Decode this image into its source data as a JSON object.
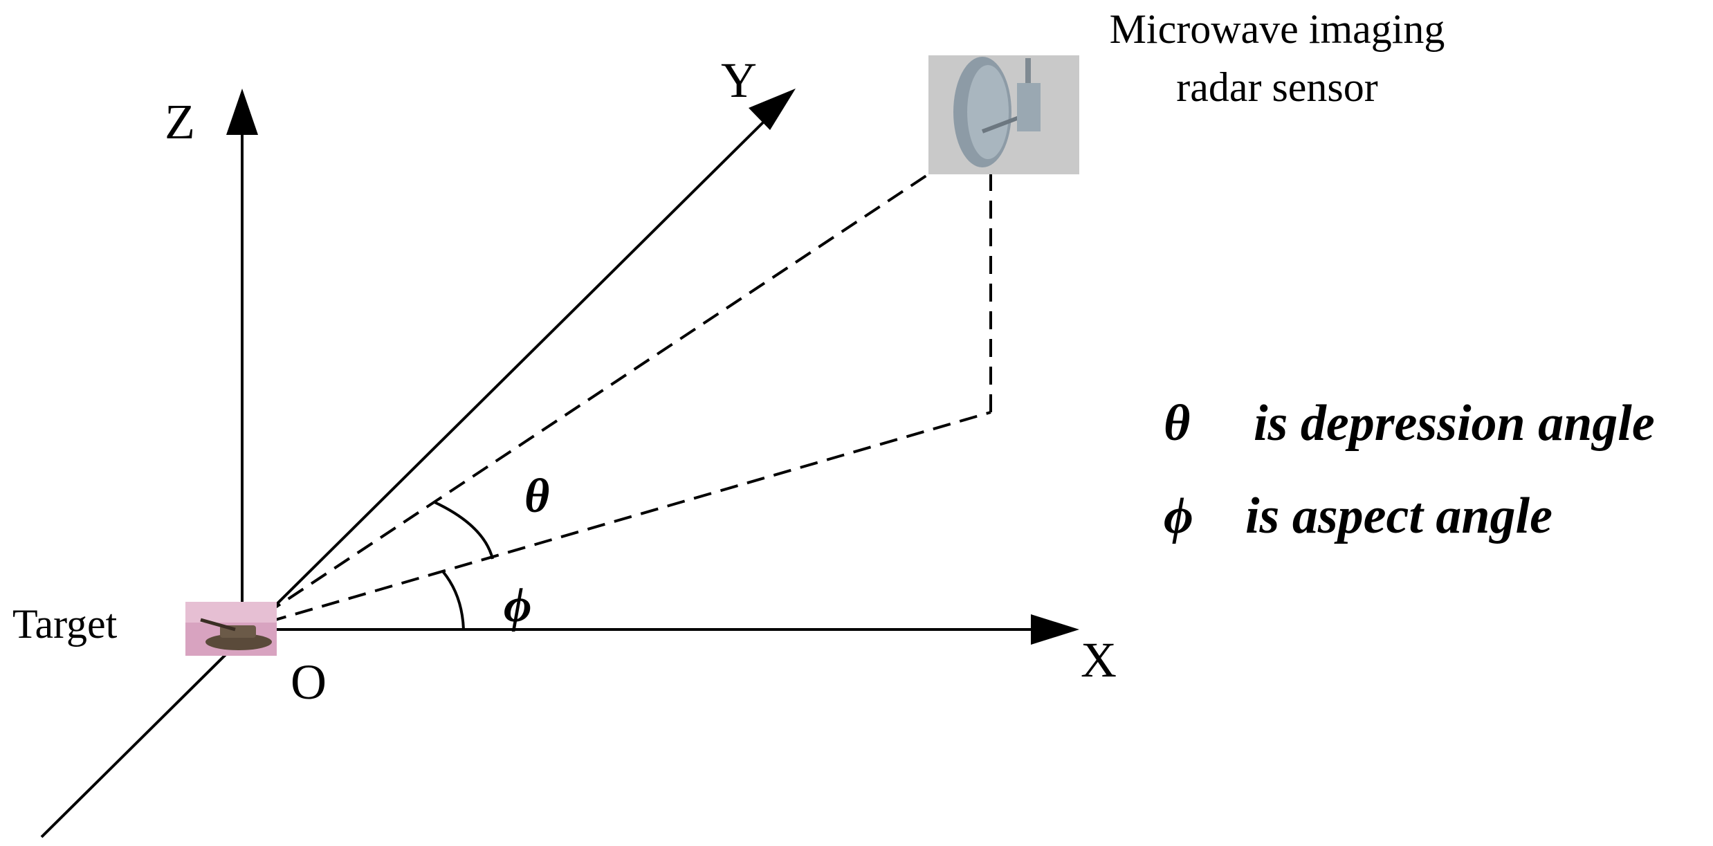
{
  "axes": {
    "x_label": "X",
    "y_label": "Y",
    "z_label": "Z",
    "origin_label": "O"
  },
  "target": {
    "label": "Target"
  },
  "sensor": {
    "label_line1": "Microwave imaging",
    "label_line2": "radar sensor"
  },
  "angles": {
    "theta_symbol": "θ",
    "phi_symbol": "ϕ"
  },
  "legend": {
    "theta_symbol": "θ",
    "theta_text": "is depression angle",
    "phi_symbol": "ϕ",
    "phi_text": "is aspect angle"
  },
  "colors": {
    "line": "#000000",
    "sensor_box": "#c9c9c9",
    "dish": "#9aa8b2",
    "target_bg": "#d8a3c0"
  }
}
